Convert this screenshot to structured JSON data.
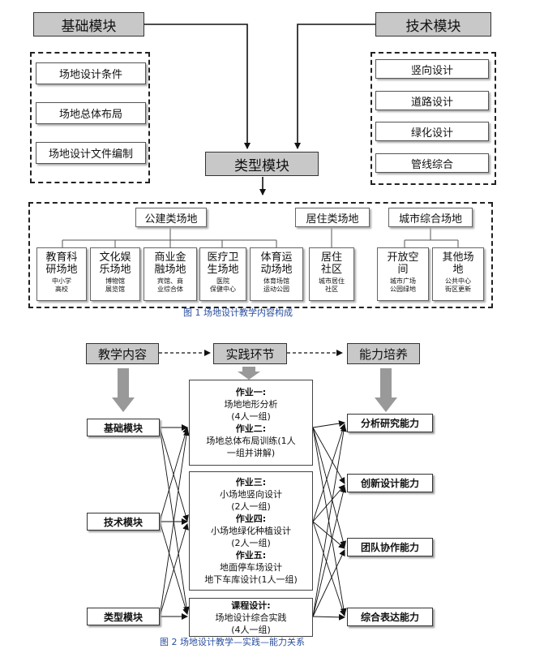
{
  "fig1": {
    "basic_module": "基础模块",
    "tech_module": "技术模块",
    "type_module": "类型模块",
    "basic_items": [
      "场地设计条件",
      "场地总体布局",
      "场地设计文件编制"
    ],
    "tech_items": [
      "竖向设计",
      "道路设计",
      "绿化设计",
      "管线综合"
    ],
    "categories": [
      "公建类场地",
      "居住类场地",
      "城市综合场地"
    ],
    "subtypes": [
      {
        "title": "教育科\n研场地",
        "sub": "中小学\n高校"
      },
      {
        "title": "文化娱\n乐场地",
        "sub": "博物馆\n展览馆"
      },
      {
        "title": "商业金\n融场地",
        "sub": "宾馆、商\n业综合体"
      },
      {
        "title": "医疗卫\n生场地",
        "sub": "医院\n保健中心"
      },
      {
        "title": "体育运\n动场地",
        "sub": "体育场馆\n运动公园"
      },
      {
        "title": "居住\n社区",
        "sub": "城市居住\n社区"
      },
      {
        "title": "开放空\n间",
        "sub": "城市广场\n公园绿地"
      },
      {
        "title": "其他场\n地",
        "sub": "公共中心\n街区更新"
      }
    ],
    "caption": "图 1 场地设计教学内容构成"
  },
  "fig2": {
    "headers": [
      "教学内容",
      "实践环节",
      "能力培养"
    ],
    "left": [
      "基础模块",
      "技术模块",
      "类型模块"
    ],
    "right": [
      "分析研究能力",
      "创新设计能力",
      "团队协作能力",
      "综合表达能力"
    ],
    "task1": {
      "l1": "作业一:",
      "l2": "场地地形分析",
      "l3": "(4人一组)",
      "l4": "作业二:",
      "l5": "场地总体布局训练(1人",
      "l6": "一组并讲解)"
    },
    "task2": {
      "l1": "作业三:",
      "l2": "小场地竖向设计",
      "l3": "(2人一组)",
      "l4": "作业四:",
      "l5": "小场地绿化种植设计",
      "l6": "(2人一组)",
      "l7": "作业五:",
      "l8": "地面停车场设计",
      "l9": "地下车库设计(1人一组)"
    },
    "task3": {
      "l1": "课程设计:",
      "l2": "场地设计综合实践",
      "l3": "(4人一组)"
    },
    "caption": "图 2 场地设计教学—实践—能力关系"
  }
}
